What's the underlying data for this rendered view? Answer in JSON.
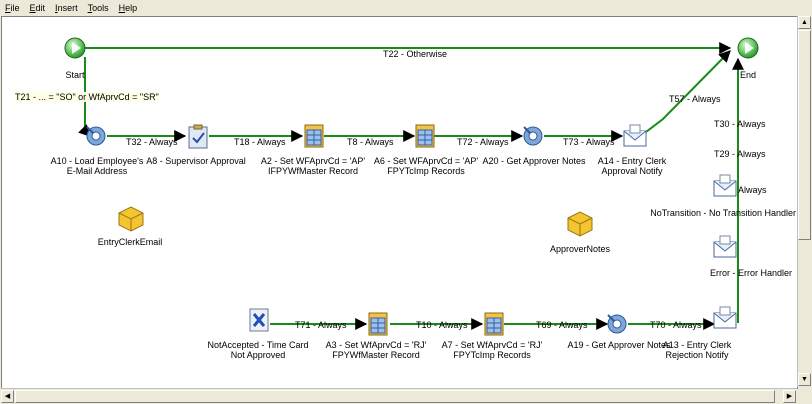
{
  "menu": [
    "File",
    "Edit",
    "Insert",
    "Tools",
    "Help"
  ],
  "menu_keys": [
    "F",
    "E",
    "I",
    "T",
    "H"
  ],
  "nodes": {
    "start": "Start",
    "end": "End",
    "a10": [
      "A10 - Load Employee's",
      "E-Mail Address"
    ],
    "a8": "A8 - Supervisor Approval",
    "a2": [
      "A2 - Set WFAprvCd = 'AP'",
      "IFPYWfMaster Record"
    ],
    "a6": [
      "A6 - Set WFAprvCd = 'AP'",
      "FPYTcImp Records"
    ],
    "a20": "A20 - Get Approver Notes",
    "a14": [
      "A14 - Entry Clerk",
      "Approval Notify"
    ],
    "entryclerkemail": "EntryClerkEmail",
    "approvernotes": "ApproverNotes",
    "notransition": "NoTransition - No Transition Handler",
    "error": "Error - Error Handler",
    "notaccepted": [
      "NotAccepted - Time Card",
      "Not Approved"
    ],
    "a3": [
      "A3 - Set WfAprvCd = 'RJ'",
      "FPYWfMaster Record"
    ],
    "a7": [
      "A7 - Set WfAprvCd = 'RJ'",
      "FPYTcImp Records"
    ],
    "a19": "A19 - Get Approver Notes",
    "a13": [
      "A13 - Entry Clerk",
      "Rejection Notify"
    ]
  },
  "transitions": {
    "t22": "T22 - Otherwise",
    "t21": "T21 - ... = \"SO\" or WfAprvCd = \"SR\"",
    "t32": "T32 - Always",
    "t18": "T18 - Always",
    "t8": "T8 - Always",
    "t72": "T72 - Always",
    "t73": "T73 - Always",
    "t57": "T57 - Always",
    "t30": "T30 - Always",
    "t29": "T29 - Always",
    "t_notrans": "Always",
    "t71": "T71 - Always",
    "t10": "T10 - Always",
    "t69": "T69 - Always",
    "t70": "T70 - Always"
  },
  "colors": {
    "line": "#1a8a1a",
    "canvas": "#ffffff",
    "chrome": "#ece9d8"
  },
  "icons": {
    "start": "start-circle-icon",
    "end": "end-circle-icon",
    "gear": "gear-icon",
    "clipboard": "clipboard-check-icon",
    "db": "database-table-icon",
    "mail": "mail-envelope-icon",
    "package": "package-box-icon",
    "cancel": "cancel-x-icon"
  }
}
